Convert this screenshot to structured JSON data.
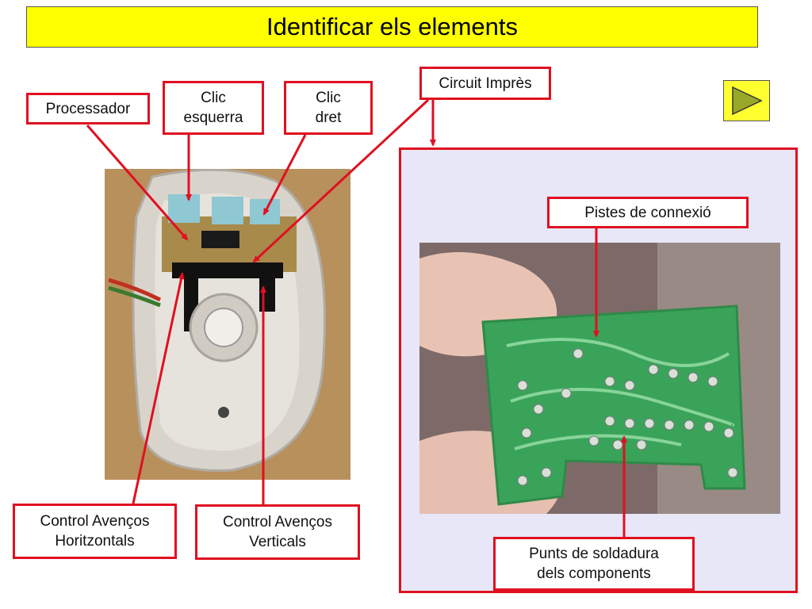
{
  "title": "Identificar els elements",
  "labels": {
    "processador": "Processador",
    "clic_esquerra": "Clic\nesquerra",
    "clic_dret": "Clic\ndret",
    "circuit_impres": "Circuit Imprès",
    "pistes": "Pistes de connexió",
    "control_horitzontals": "Control Avenços\nHoritzontals",
    "control_verticals": "Control Avenços\nVerticals",
    "punts_soldadura": "Punts de soldadura\ndels components"
  },
  "icons": {
    "next": "play-triangle-icon"
  },
  "colors": {
    "title_bg": "#ffff00",
    "border": "#e01020",
    "panel_bg": "#e7e7f8",
    "pcb": "#3aa35a"
  }
}
